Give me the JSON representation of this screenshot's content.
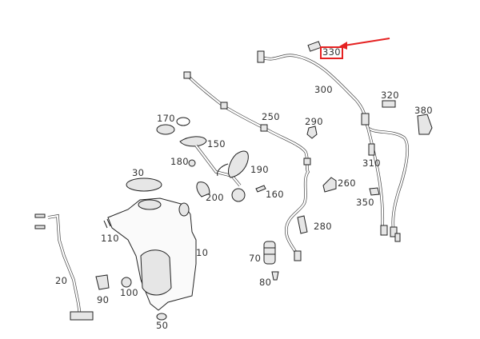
{
  "diagram": {
    "title": "Windshield washer system parts diagram",
    "highlight": {
      "part": "330",
      "color": "#e52222"
    },
    "labels": [
      {
        "id": "10",
        "text": "10"
      },
      {
        "id": "20",
        "text": "20"
      },
      {
        "id": "30",
        "text": "30"
      },
      {
        "id": "50",
        "text": "50"
      },
      {
        "id": "70",
        "text": "70"
      },
      {
        "id": "80",
        "text": "80"
      },
      {
        "id": "90",
        "text": "90"
      },
      {
        "id": "100",
        "text": "100"
      },
      {
        "id": "110",
        "text": "110"
      },
      {
        "id": "150",
        "text": "150"
      },
      {
        "id": "160",
        "text": "160"
      },
      {
        "id": "170",
        "text": "170"
      },
      {
        "id": "180",
        "text": "180"
      },
      {
        "id": "190",
        "text": "190"
      },
      {
        "id": "200",
        "text": "200"
      },
      {
        "id": "250",
        "text": "250"
      },
      {
        "id": "260",
        "text": "260"
      },
      {
        "id": "280",
        "text": "280"
      },
      {
        "id": "290",
        "text": "290"
      },
      {
        "id": "300",
        "text": "300"
      },
      {
        "id": "310",
        "text": "310"
      },
      {
        "id": "320",
        "text": "320"
      },
      {
        "id": "330",
        "text": "330"
      },
      {
        "id": "350",
        "text": "350"
      },
      {
        "id": "380",
        "text": "380"
      }
    ]
  }
}
